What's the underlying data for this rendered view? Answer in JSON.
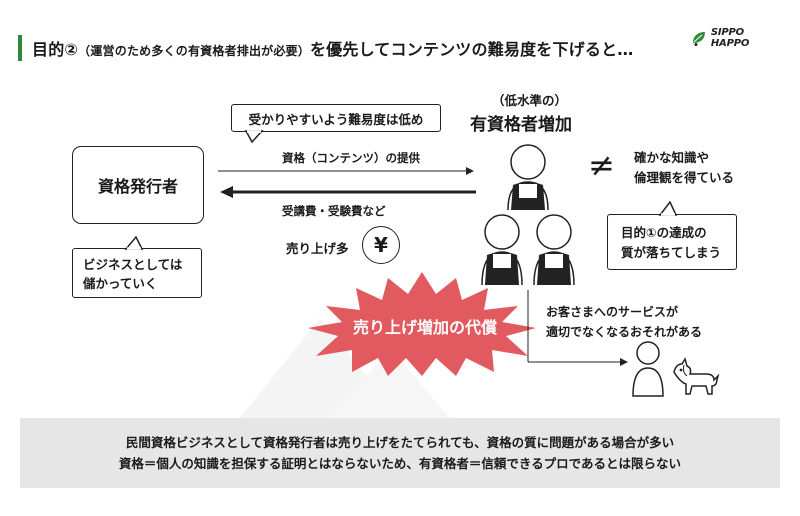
{
  "title": {
    "main_prefix": "目的②",
    "paren_note": "（運営のため多くの有資格者排出が必要）",
    "main_suffix": "を優先してコンテンツの難易度を下げると…"
  },
  "logo": {
    "text": "SIPPO HAPPO",
    "icon": "dog-leaf-logo-icon"
  },
  "issuer": {
    "label": "資格発行者"
  },
  "callouts": {
    "lower_difficulty": "受かりやすいよう難易度は低め",
    "business_profit": [
      "ビジネスとしては",
      "儲かっていく"
    ],
    "quality_drop": [
      "目的①の達成の",
      "質が落ちてしまう"
    ]
  },
  "arrows": {
    "provide": "資格（コンテンツ）の提供",
    "fees": "受講費・受験費など"
  },
  "sales": {
    "label": "売り上げ多",
    "yen_symbol": "¥"
  },
  "holders": {
    "subtitle": "（低水準の）",
    "title": "有資格者増加"
  },
  "not_equal": {
    "symbol": "≠",
    "lines": [
      "確かな知識や",
      "倫理観を得ている"
    ]
  },
  "burst": {
    "label": "売り上げ増加の代償"
  },
  "service_risk": {
    "lines": [
      "お客さまへのサービスが",
      "適切でなくなるおそれがある"
    ]
  },
  "footer": {
    "line1": "民間資格ビジネスとして資格発行者は売り上げをたてられても、資格の質に問題がある場合が多い",
    "line2": "資格＝個人の知識を担保する証明とはならないため、有資格者＝信頼できるプロであるとは限らない"
  },
  "colors": {
    "accent_green": "#2f8a3a",
    "burst_red": "#e05a5f",
    "footer_bg": "#e6e6e6",
    "mountain": "#f3f3f3"
  }
}
